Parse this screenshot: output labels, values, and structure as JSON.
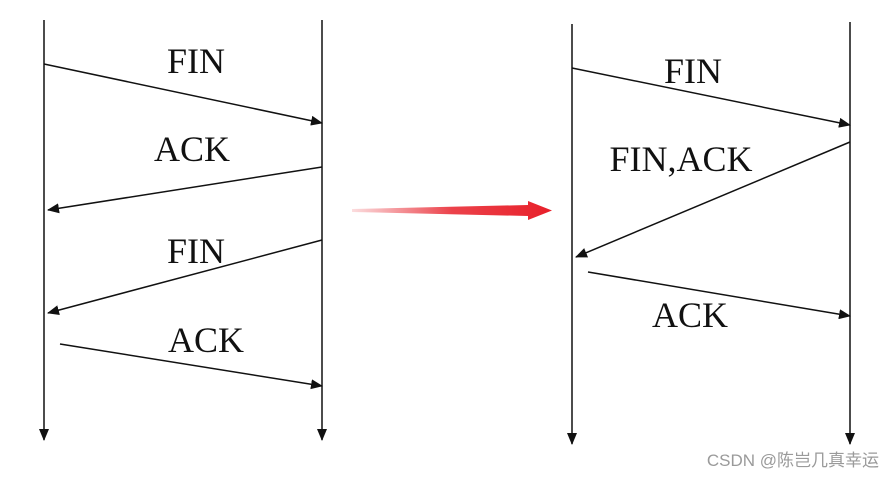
{
  "left_diagram": {
    "messages": [
      {
        "label": "FIN",
        "direction": "to-right"
      },
      {
        "label": "ACK",
        "direction": "to-left"
      },
      {
        "label": "FIN",
        "direction": "to-left"
      },
      {
        "label": "ACK",
        "direction": "to-right"
      }
    ]
  },
  "right_diagram": {
    "messages": [
      {
        "label": "FIN",
        "direction": "to-right"
      },
      {
        "label": "FIN,ACK",
        "direction": "to-left"
      },
      {
        "label": "ACK",
        "direction": "to-right"
      }
    ]
  },
  "transition_arrow": {
    "color": "#e8202a",
    "direction": "to-right"
  },
  "watermark": "CSDN @陈岂几真幸运"
}
